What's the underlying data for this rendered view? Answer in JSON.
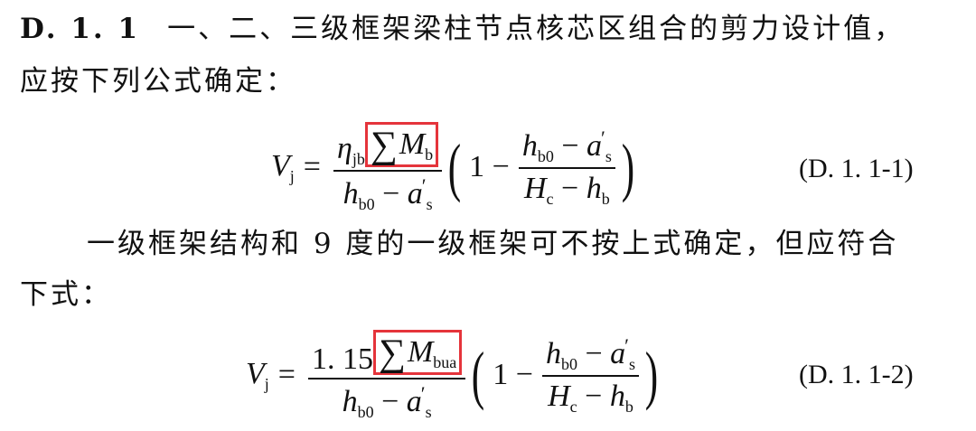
{
  "clause": {
    "number": "D. 1. 1",
    "line1": "一、二、三级框架梁柱节点核芯区组合的剪力设计值，",
    "line2": "应按下列公式确定："
  },
  "formula1": {
    "lhs": "V",
    "lhs_sub": "j",
    "eq": "=",
    "coef": "η",
    "coef_sub": "jb",
    "sigma": "∑",
    "m": "M",
    "m_sub": "b",
    "den_h": "h",
    "den_h_sub": "b0",
    "minus": "−",
    "den_a": "a",
    "prime": "′",
    "den_a_sub": "s",
    "one_minus": "1 −",
    "in_num_h": "h",
    "in_num_h_sub": "b0",
    "in_num_a": "a",
    "in_num_a_sub": "s",
    "in_den_H": "H",
    "in_den_H_sub": "c",
    "in_den_h": "h",
    "in_den_h_sub": "b",
    "lparen": "(",
    "rparen": ")",
    "label": "(D. 1. 1-1)"
  },
  "paragraph": {
    "line1": "一级框架结构和 9 度的一级框架可不按上式确定，但应符合",
    "line2": "下式："
  },
  "formula2": {
    "lhs": "V",
    "lhs_sub": "j",
    "eq": "=",
    "coef": "1. 15",
    "sigma": "∑",
    "m": "M",
    "m_sub": "bua",
    "den_h": "h",
    "den_h_sub": "b0",
    "minus": "−",
    "den_a": "a",
    "prime": "′",
    "den_a_sub": "s",
    "one_minus": "1 −",
    "in_num_h": "h",
    "in_num_h_sub": "b0",
    "in_num_a": "a",
    "in_num_a_sub": "s",
    "in_den_H": "H",
    "in_den_H_sub": "c",
    "in_den_h": "h",
    "in_den_h_sub": "b",
    "lparen": "(",
    "rparen": ")",
    "label": "(D. 1. 1-2)"
  },
  "highlight_color": "#e5343b"
}
